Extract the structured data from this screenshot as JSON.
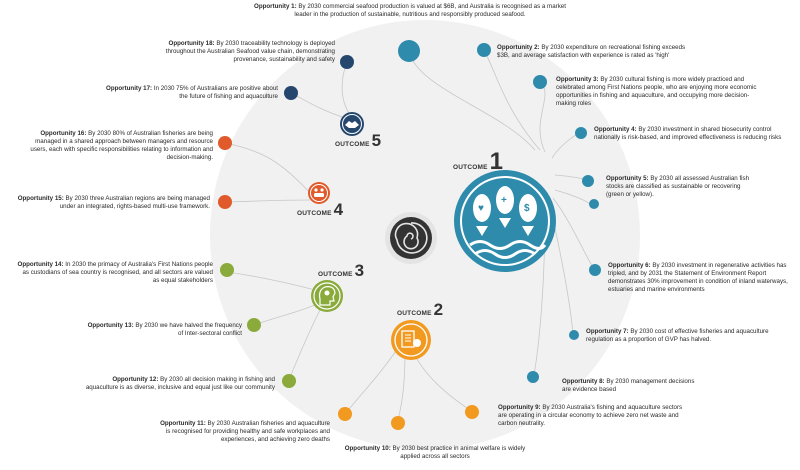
{
  "outcomes": {
    "label": "OUTCOME",
    "o1": "1",
    "o2": "2",
    "o3": "3",
    "o4": "4",
    "o5": "5"
  },
  "colors": {
    "outcome1": "#2f8bab",
    "outcome2": "#f29a1f",
    "outcome3": "#8aab3c",
    "outcome4": "#e05a2b",
    "outcome5": "#25476e",
    "circle_bg": "#f1f1f1"
  },
  "opportunities": [
    {
      "id": "1",
      "title": "Opportunity 1:",
      "text": "By 2030 commercial seafood production is valued at $6B, and Australia is recognised as a market leader in the production of sustainable, nutritious and responsibly produced seafood."
    },
    {
      "id": "2",
      "title": "Opportunity 2:",
      "text": "By 2030 expenditure on recreational fishing exceeds $3B, and average satisfaction with experience is rated as 'high'"
    },
    {
      "id": "3",
      "title": "Opportunity 3:",
      "text": "By 2030 cultural fishing is more widely practiced and celebrated among First Nations people, who are enjoying more economic opportunities in fishing and aquaculture, and occupying more decision-making roles"
    },
    {
      "id": "4",
      "title": "Opportunity 4:",
      "text": "By 2030 investment in shared biosecurity control nationally is risk-based, and improved effectiveness is reducing risks"
    },
    {
      "id": "5",
      "title": "Opportunity 5:",
      "text": "By 2030 all assessed Australian fish stocks are classified as sustainable or recovering (green or yellow)."
    },
    {
      "id": "6",
      "title": "Opportunity 6:",
      "text": "By 2030 investment in regenerative activities has tripled, and by 2031 the Statement of Environment Report demonstrates 30% improvement in condition of inland waterways, estuaries and marine environments"
    },
    {
      "id": "7",
      "title": "Opportunity 7:",
      "text": "By 2030 cost of effective fisheries and aquaculture regulation as a proportion of GVP has halved."
    },
    {
      "id": "8",
      "title": "Opportunity 8:",
      "text": "By 2030 management decisions are evidence based"
    },
    {
      "id": "9",
      "title": "Opportunity 9:",
      "text": "By 2030 Australia's fishing and aquaculture sectors are operating in a circular economy to achieve zero net waste and carbon neutrality."
    },
    {
      "id": "10",
      "title": "Opportunity 10:",
      "text": "By 2030 best practice in animal welfare is widely applied across all sectors"
    },
    {
      "id": "11",
      "title": "Opportunity 11:",
      "text": "By 2030 Australian fisheries and aquaculture is recognised for providing healthy and safe workplaces and experiences, and achieving zero deaths"
    },
    {
      "id": "12",
      "title": "Opportunity 12:",
      "text": "By 2030 all decision making in fishing and aquaculture is as diverse, inclusive and equal just like our community"
    },
    {
      "id": "13",
      "title": "Opportunity 13:",
      "text": "By 2030 we have halved the frequency of Inter-sectoral conflict"
    },
    {
      "id": "14",
      "title": "Opportunity 14:",
      "text": "In 2030 the primacy of Australia's First Nations people as custodians of sea country is recognised, and all sectors are valued as equal stakeholders"
    },
    {
      "id": "15",
      "title": "Opportunity 15:",
      "text": "By 2030 three Australian regions are being managed under an integrated, rights-based multi-use framework."
    },
    {
      "id": "16",
      "title": "Opportunity 16:",
      "text": "By 2030 80% of Australian fisheries are being managed in a shared approach between managers and resource users, each with specific responsibilities relating to information and decision-making."
    },
    {
      "id": "17",
      "title": "Opportunity 17:",
      "text": "In 2030 75% of Australians are positive about the future of fishing and aquaculture"
    },
    {
      "id": "18",
      "title": "Opportunity 18:",
      "text": "By 2030 traceability technology is deployed throughout the Australian Seafood value chain, demonstrating provenance, sustainability and safety"
    }
  ]
}
